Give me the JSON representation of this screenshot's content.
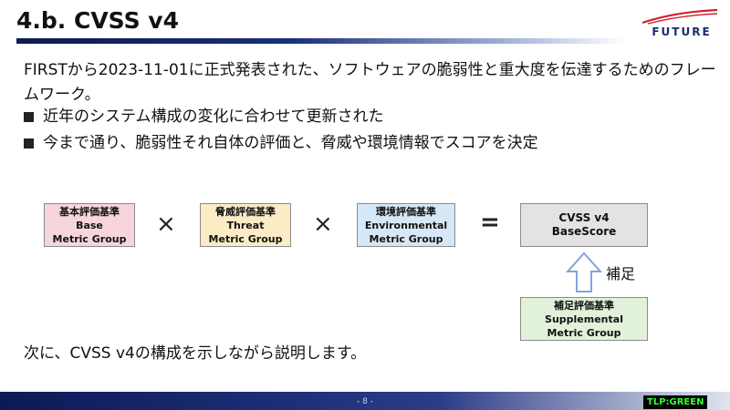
{
  "header": {
    "title": "4.b. CVSS v4",
    "logo_text": "FUTURE"
  },
  "content": {
    "intro": "FIRSTから2023-11-01に正式発表された、ソフトウェアの脆弱性と重大度を伝達するためのフレームワーク。",
    "bullets": [
      "近年のシステム構成の変化に合わせて更新された",
      "今まで通り、脆弱性それ自体の評価と、脅威や環境情報でスコアを決定"
    ],
    "closing": "次に、CVSS v4の構成を示しながら説明します。"
  },
  "diagram": {
    "base": {
      "jp": "基本評価基準",
      "en1": "Base",
      "en2": "Metric Group",
      "color": "#f6d5dd"
    },
    "threat": {
      "jp": "脅威評価基準",
      "en1": "Threat",
      "en2": "Metric Group",
      "color": "#fbecc6"
    },
    "environmental": {
      "jp": "環境評価基準",
      "en1": "Environmental",
      "en2": "Metric Group",
      "color": "#d6e8f7"
    },
    "result": {
      "line1": "CVSS v4",
      "line2": "BaseScore",
      "color": "#e3e3e3"
    },
    "supplemental": {
      "jp": "補足評価基準",
      "en1": "Supplemental",
      "en2": "Metric Group",
      "color": "#e2f1da"
    },
    "op_times": "×",
    "op_equals": "=",
    "supplement_label": "補足",
    "arrow_icon": "up-arrow-icon"
  },
  "footer": {
    "page_number": "- 8 -",
    "tlp": "TLP:GREEN"
  }
}
